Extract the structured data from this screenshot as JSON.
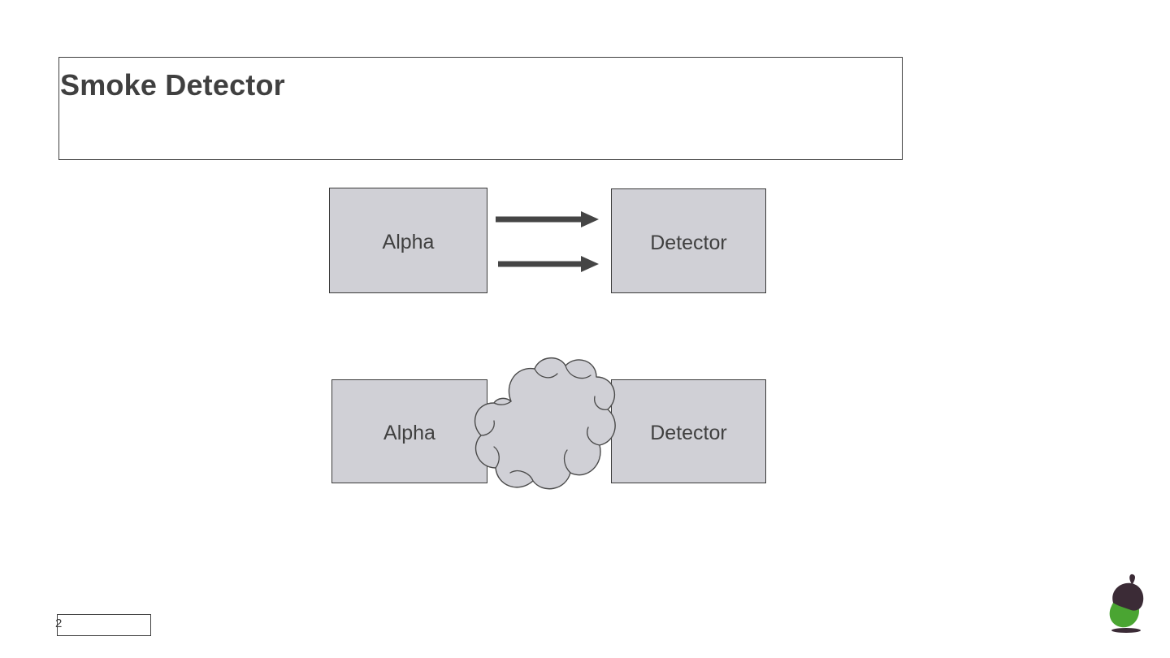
{
  "slide": {
    "title": "Smoke Detector",
    "number": "2",
    "background_color": "#ffffff"
  },
  "theme": {
    "box_fill": "#d0d0d6",
    "box_border": "#3a3a3a",
    "text_color": "#404040",
    "placeholder_border": "#3f3f3f",
    "arrow_color": "#454545",
    "cloud_fill": "#d0d0d6",
    "cloud_stroke": "#4a4a4a",
    "logo_nut_color": "#4aa532",
    "logo_cap_color": "#3b2b36",
    "logo_shadow_color": "#3b2b36"
  },
  "diagram": {
    "row_one": {
      "source": {
        "label": "Alpha"
      },
      "target": {
        "label": "Detector"
      },
      "connectors": [
        {
          "name": "arrow-upper",
          "style": "block-arrow-right"
        },
        {
          "name": "arrow-lower",
          "style": "block-arrow-right"
        }
      ]
    },
    "row_two": {
      "source": {
        "label": "Alpha"
      },
      "target": {
        "label": "Detector"
      },
      "overlay": {
        "name": "cloud-shape",
        "style": "cloud"
      }
    }
  },
  "logo": {
    "name": "acorn-logo"
  }
}
